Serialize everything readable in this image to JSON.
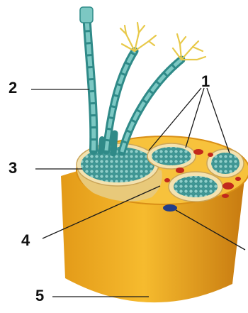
{
  "labels": {
    "one": "1",
    "two": "2",
    "three": "3",
    "four": "4",
    "five": "5"
  },
  "colors": {
    "outer_sheath": "#f2b020",
    "sheath_shadow": "#c77a10",
    "top_face": "#f7c23c",
    "bundle_rim": "#f3e2b0",
    "fiber_fill": "#46a7a5",
    "fiber_dot": "#8fd0cb",
    "vessel_red": "#c2281c",
    "vessel_blue": "#243e88",
    "nerve_ending": "#f5e16a",
    "leader_line": "#1a1a1a"
  }
}
